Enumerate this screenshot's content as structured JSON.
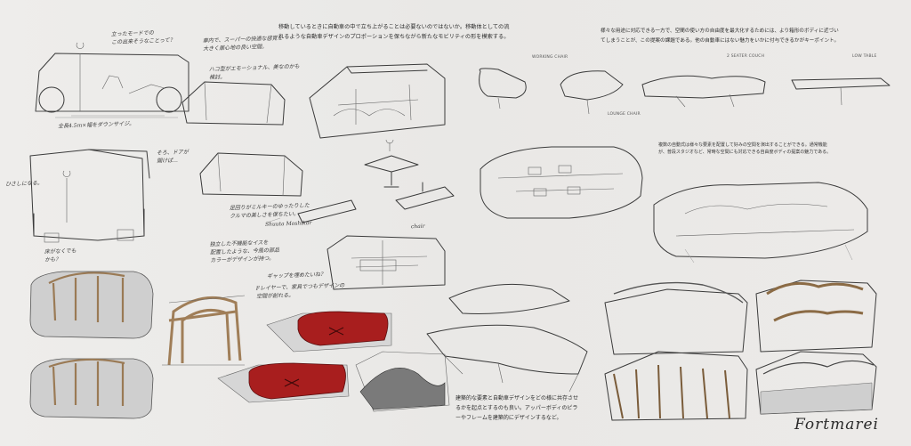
{
  "header_left": {
    "line1": "移動しているときに自動車の中で立ち上がることは必要ないのではないか。移動体としての流",
    "line2": "れるような自動車デザインのプロポーションを保ちながら新たなモビリティの形を模索する。"
  },
  "header_right": {
    "line1": "様々な用途に対応できる一方で、空間の使い方の自由度を最大化するためには、より箱形のボディに近づい",
    "line2": "てしまうことが、この提案の課題である。他の自動車にはない魅力をいかに付与できるかがキーポイント。"
  },
  "bottom_caption": {
    "line1": "建築的な要素と自動車デザインをどの様に共存させ",
    "line2": "るかを起点とするのも良い。アッパーボディのピラ",
    "line3": "ーやフレームを建築的にデザインするなど。"
  },
  "mid_note": {
    "line1": "複数の自動式は様々な要素を配置して好みの空間を演出することができる。通常機能",
    "line2": "が、普段スタジオなど、常時な空間にも対応できる自由度ボディの提案の魅力である。"
  },
  "labels": {
    "working_chair": "WORKING CHAIR",
    "lounge_chair": "LOUNGE CHAIR",
    "seater_couch": "2 SEATER COUCH",
    "low_table": "LOW TABLE"
  },
  "handwritten": {
    "note1": "立ったモードでの\nこの出来そうなことって？",
    "note2": "車内で、スーパーの快適な感覚を\n大きく居心地の良い空間。",
    "note3": "ハコ型がエモーショナル、美なのかも\n検討。",
    "note4": "そろ、ドアが\n開けば...",
    "note5": "ひさしになる。",
    "note6": "床がなくでも\nかも？",
    "note7": "全長4.5m×幅をダウンサイジ。",
    "note8": "足回りがミルキーのゆったりした\nクルマの美しさを保ちたい。",
    "note9": "独立した不機能なイスを\n配置したような、今風の部品\nカラーがデザインが持つ。",
    "note10": "ギャップを埋めたいね？",
    "note11": "Fレイヤーで、家具でつもデザインの\n空間が創れる。",
    "note12": "chair",
    "signature": "Shuuta Moshikar"
  },
  "brand": "Fortmarei"
}
